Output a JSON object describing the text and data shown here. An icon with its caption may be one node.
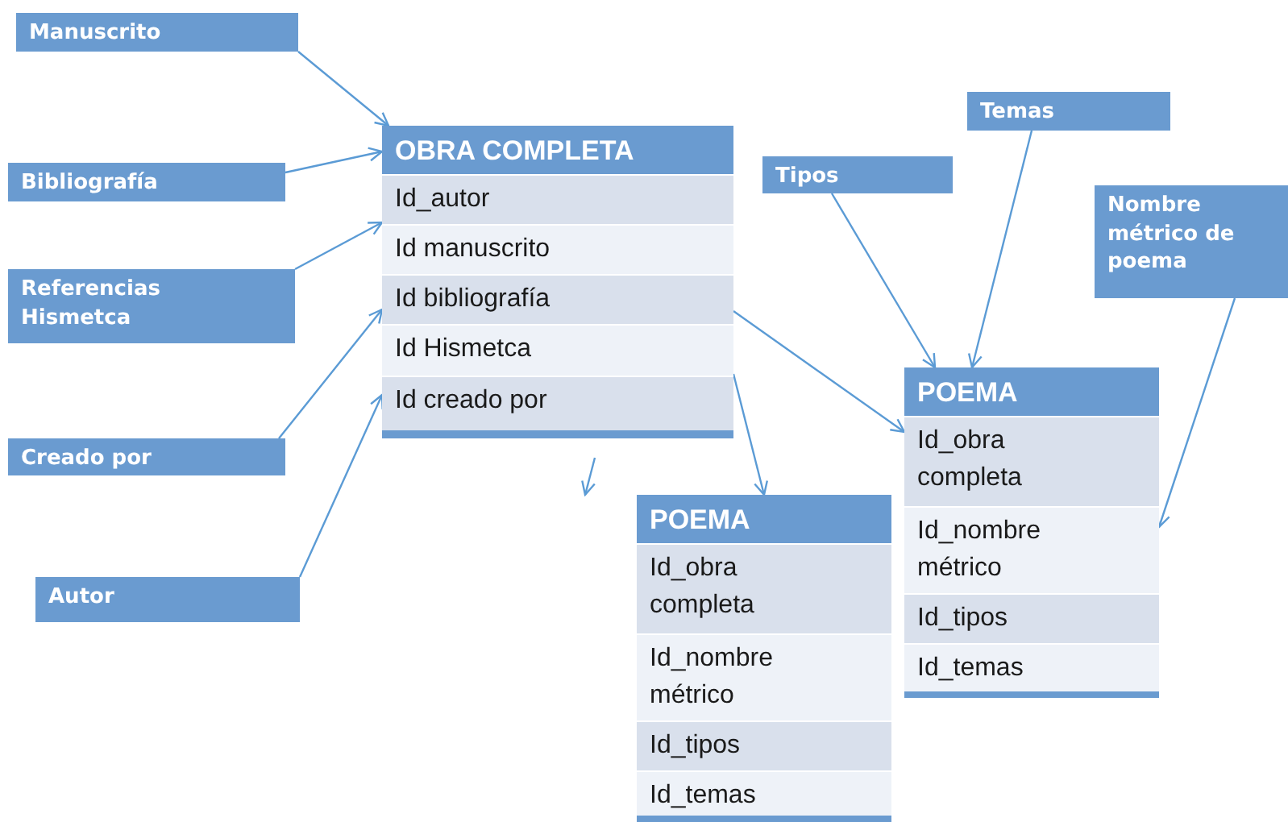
{
  "diagram": {
    "nodes": [
      {
        "text": [
          "Manuscrito"
        ]
      },
      {
        "text": [
          "Bibliografía"
        ]
      },
      {
        "text": [
          "Referencias Hismetca"
        ]
      },
      {
        "text": [
          "Creado por"
        ]
      },
      {
        "text": [
          "Autor"
        ]
      },
      {
        "text": [
          "OBRA COMPLETA"
        ]
      },
      {
        "text": [
          "Id_autor"
        ],
        "in": 5
      },
      {
        "text": [
          "Id manuscrito"
        ],
        "in": 5
      },
      {
        "text": [
          "Id bibliografía"
        ],
        "in": 5
      },
      {
        "text": [
          "Id Hismetca"
        ],
        "in": 5
      },
      {
        "text": [
          "Id creado por"
        ],
        "in": 5
      },
      {
        "text": [
          "Tipos"
        ]
      },
      {
        "text": [
          "Temas"
        ]
      },
      {
        "text": [
          "Nombre métrico de poema"
        ]
      },
      {
        "text": [
          "POEMA"
        ]
      },
      {
        "text": [
          "Id_obra completa"
        ],
        "in": 14
      },
      {
        "text": [
          "Id_nombre métrico"
        ],
        "in": 14
      },
      {
        "text": [
          "Id_tipos"
        ],
        "in": 14
      },
      {
        "text": [
          "Id_temas"
        ],
        "in": 14
      },
      {
        "text": [
          "POEMA"
        ]
      },
      {
        "text": [
          "Id_obra completa"
        ],
        "in": 19
      },
      {
        "text": [
          "Id_nombre métrico"
        ],
        "in": 19
      },
      {
        "text": [
          "Id_tipos"
        ],
        "in": 19
      },
      {
        "text": [
          "Id_temas"
        ],
        "in": 19
      }
    ],
    "edges": [
      {
        "from": 0,
        "to": 5,
        "arrow": "to"
      },
      {
        "from": 1,
        "to": 5,
        "arrow": "to"
      },
      {
        "from": 2,
        "to": 6,
        "arrow": "to"
      },
      {
        "from": 3,
        "to": 8,
        "arrow": "to"
      },
      {
        "from": 4,
        "to": 10,
        "arrow": "to"
      },
      {
        "from": 8,
        "to": 15,
        "arrow": "to"
      },
      {
        "from": 9,
        "to": 19,
        "arrow": "to"
      },
      {
        "from": 11,
        "to": 14,
        "arrow": "to"
      },
      {
        "from": 12,
        "to": 14,
        "arrow": "to"
      },
      {
        "from": 13,
        "to": 16,
        "arrow": "to"
      }
    ]
  }
}
